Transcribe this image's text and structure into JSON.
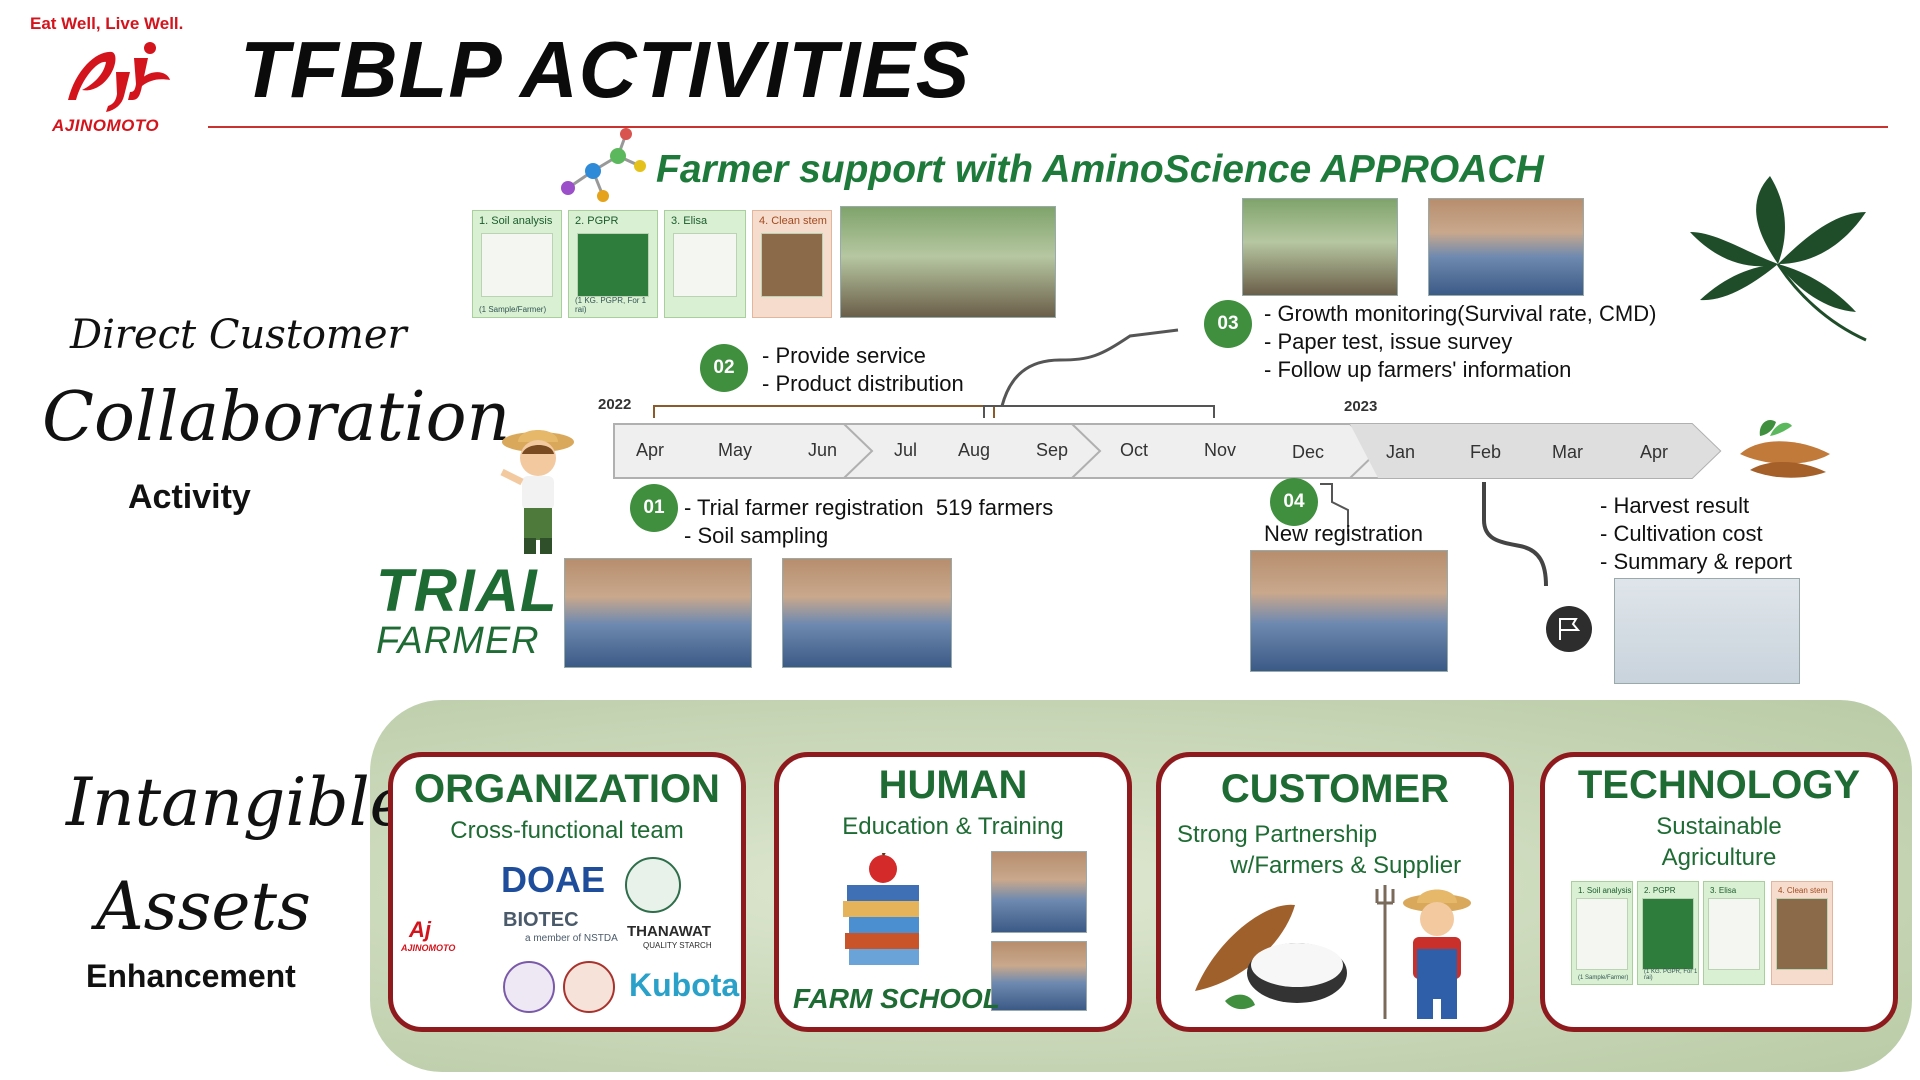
{
  "header": {
    "tagline": "Eat Well, Live Well.",
    "brand_name": "AJINOMOTO",
    "title": "TFBLP ACTIVITIES",
    "brand_color": "#d4141c"
  },
  "approach_title": "Farmer support with AminoScience APPROACH",
  "left_captions": {
    "section1": [
      "Direct Customer",
      "Collaboration",
      "Activity"
    ],
    "section2": [
      "Intangible",
      "Assets",
      "Enhancement"
    ]
  },
  "kits": [
    {
      "label": "1. Soil analysis",
      "sub": "(1 Sample/Farmer)"
    },
    {
      "label": "2. PGPR",
      "sub": "(1 KG. PGPR, For 1 rai)"
    },
    {
      "label": "3. Elisa",
      "sub": ""
    },
    {
      "label": "4. Clean stem",
      "sub": ""
    }
  ],
  "timeline": {
    "years": [
      "2022",
      "2023"
    ],
    "months": [
      "Apr",
      "May",
      "Jun",
      "Jul",
      "Aug",
      "Sep",
      "Oct",
      "Nov",
      "Dec",
      "Jan",
      "Feb",
      "Mar",
      "Apr"
    ]
  },
  "steps": [
    {
      "num": "01",
      "text": "- Trial farmer registration  519 farmers\n- Soil sampling"
    },
    {
      "num": "02",
      "text": "- Provide service\n- Product distribution"
    },
    {
      "num": "03",
      "text": "- Growth monitoring(Survival rate, CMD)\n- Paper test, issue survey\n- Follow up farmers' information"
    },
    {
      "num": "04",
      "text": "New registration"
    }
  ],
  "final_step": {
    "text": "- Harvest result\n- Cultivation cost\n- Summary & report",
    "icon": "flag-icon"
  },
  "trial": {
    "big": "TRIAL",
    "small": "FARMER"
  },
  "cards": [
    {
      "title": "ORGANIZATION",
      "sub": "Cross-functional team"
    },
    {
      "title": "HUMAN",
      "sub": "Education & Training",
      "extra": "FARM SCHOOL"
    },
    {
      "title": "CUSTOMER",
      "sub": "Strong Partnership\n        w/Farmers & Supplier"
    },
    {
      "title": "TECHNOLOGY",
      "sub": "Sustainable\nAgriculture"
    }
  ],
  "partners": {
    "doae": "DOAE",
    "biotec": "BIOTEC",
    "biotec_sub": "a member of NSTDA",
    "thanawat": "THANAWAT",
    "thanawat_sub": "QUALITY STARCH",
    "kubota": "Kubota",
    "ajinomoto": "AJINOMOTO"
  },
  "colors": {
    "green": "#1e6b34",
    "step_green": "#3f8f3f",
    "card_border": "#8e1a1e",
    "rule": "#c9332f"
  }
}
